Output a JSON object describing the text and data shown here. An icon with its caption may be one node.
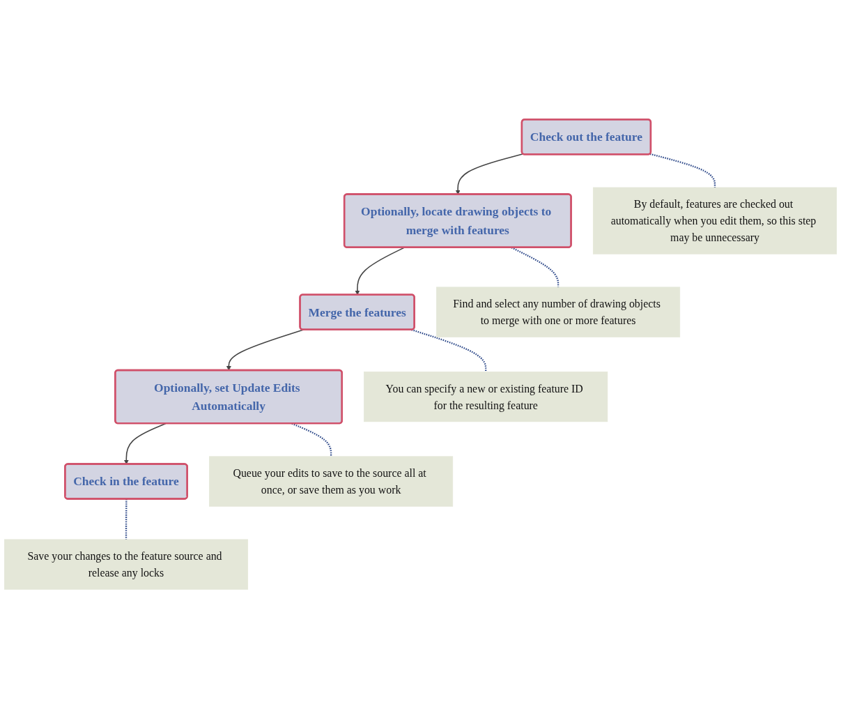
{
  "diagram": {
    "nodes": [
      {
        "text": [
          "Check out the feature"
        ]
      },
      {
        "text": [
          "Optionally, locate drawing objects to merge with features"
        ]
      },
      {
        "text": [
          "Merge the features"
        ]
      },
      {
        "text": [
          "Optionally, set Update Edits Automatically"
        ]
      },
      {
        "text": [
          "Check in the feature"
        ]
      },
      {
        "text": [
          "By default, features are checked out automatically when you edit them, so this step may be unnecessary"
        ]
      },
      {
        "text": [
          "Find and select any number of drawing objects to merge with one or more features"
        ]
      },
      {
        "text": [
          "You can specify a new or existing feature ID for the resulting feature"
        ]
      },
      {
        "text": [
          "Queue your edits to save to the source all at once, or save them as you work"
        ]
      },
      {
        "text": [
          "Save your changes to the feature source and release any locks"
        ]
      }
    ],
    "edges": [
      {
        "from": 0,
        "to": 1,
        "arrow": "to"
      },
      {
        "from": 1,
        "to": 2,
        "arrow": "to"
      },
      {
        "from": 2,
        "to": 3,
        "arrow": "to"
      },
      {
        "from": 3,
        "to": 4,
        "arrow": "to"
      },
      {
        "from": 0,
        "to": 5,
        "arrow": "none",
        "style": "dashed",
        "color": "#2f4a8a"
      },
      {
        "from": 1,
        "to": 6,
        "arrow": "none",
        "style": "dashed",
        "color": "#2f4a8a"
      },
      {
        "from": 2,
        "to": 7,
        "arrow": "none",
        "style": "dashed",
        "color": "#2f4a8a"
      },
      {
        "from": 3,
        "to": 8,
        "arrow": "none",
        "style": "dashed",
        "color": "#2f4a8a"
      },
      {
        "from": 4,
        "to": 9,
        "arrow": "none",
        "style": "dashed",
        "color": "#2f4a8a"
      }
    ]
  }
}
